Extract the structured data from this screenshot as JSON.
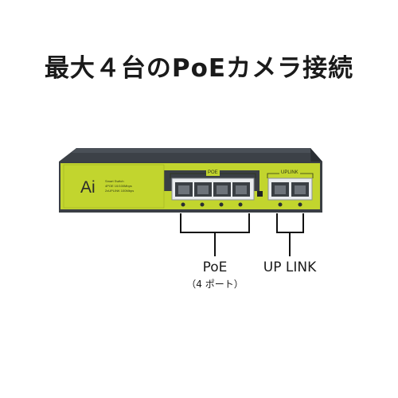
{
  "headline": "最大４台のPoEカメラ接続",
  "device": {
    "logo": "Ai",
    "spec_lines": [
      "Smart Switch",
      "4POE 10/100Mbps",
      "2xUPLINK 100Mbps"
    ],
    "poe_group_label": "POE",
    "uplink_group_label": "UPLINK",
    "poe_port_count": 4,
    "uplink_port_count": 2,
    "colors": {
      "front_panel": "#c2d52e",
      "chassis": "#3c4147",
      "chassis_dark": "#2a2e33"
    }
  },
  "callouts": {
    "poe_title": "PoE",
    "poe_sub": "（4 ポート）",
    "uplink_title": "UP LINK"
  }
}
